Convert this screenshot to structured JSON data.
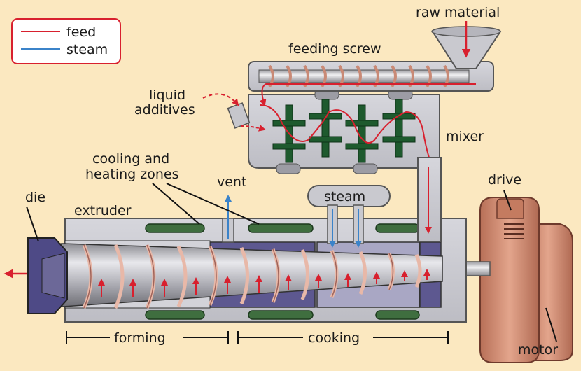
{
  "legend": {
    "feed": "feed",
    "steam": "steam"
  },
  "labels": {
    "raw_material": "raw material",
    "feeding_screw": "feeding screw",
    "liquid_line1": "liquid",
    "liquid_line2": "additives",
    "mixer": "mixer",
    "cooling_line1": "cooling and",
    "cooling_line2": "heating zones",
    "vent": "vent",
    "steam": "steam",
    "drive": "drive",
    "die": "die",
    "extruder": "extruder",
    "forming": "forming",
    "cooking": "cooking",
    "motor": "motor"
  },
  "colors": {
    "background": "#FBE8C0",
    "metal": "#C9C9CF",
    "metal_dark": "#8F8F98",
    "feed": "#D8202E",
    "steam": "#3B83C9",
    "zone": "#3F6E3F",
    "paddle": "#1E5A2E",
    "motor": "#C9826A",
    "die": "#4E4A86",
    "jacket": "#5D5890"
  }
}
